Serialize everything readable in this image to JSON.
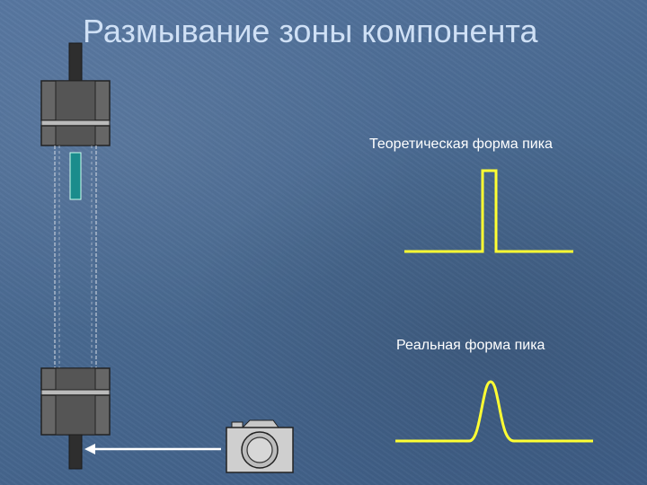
{
  "slide": {
    "title": "Размывание зоны компонента",
    "theoretical_label": "Теоретическая форма пика",
    "real_label": "Реальная форма пика"
  },
  "colors": {
    "background": "#4a6a94",
    "title_text": "#cfe0f5",
    "peak_line": "#ffff33",
    "column_body": "#5a5a5a",
    "sample_zone": "#1a8c8c",
    "arrow": "#ffffff"
  },
  "icons": {
    "detector": "camera-icon",
    "flow_direction": "arrow-left-icon"
  }
}
